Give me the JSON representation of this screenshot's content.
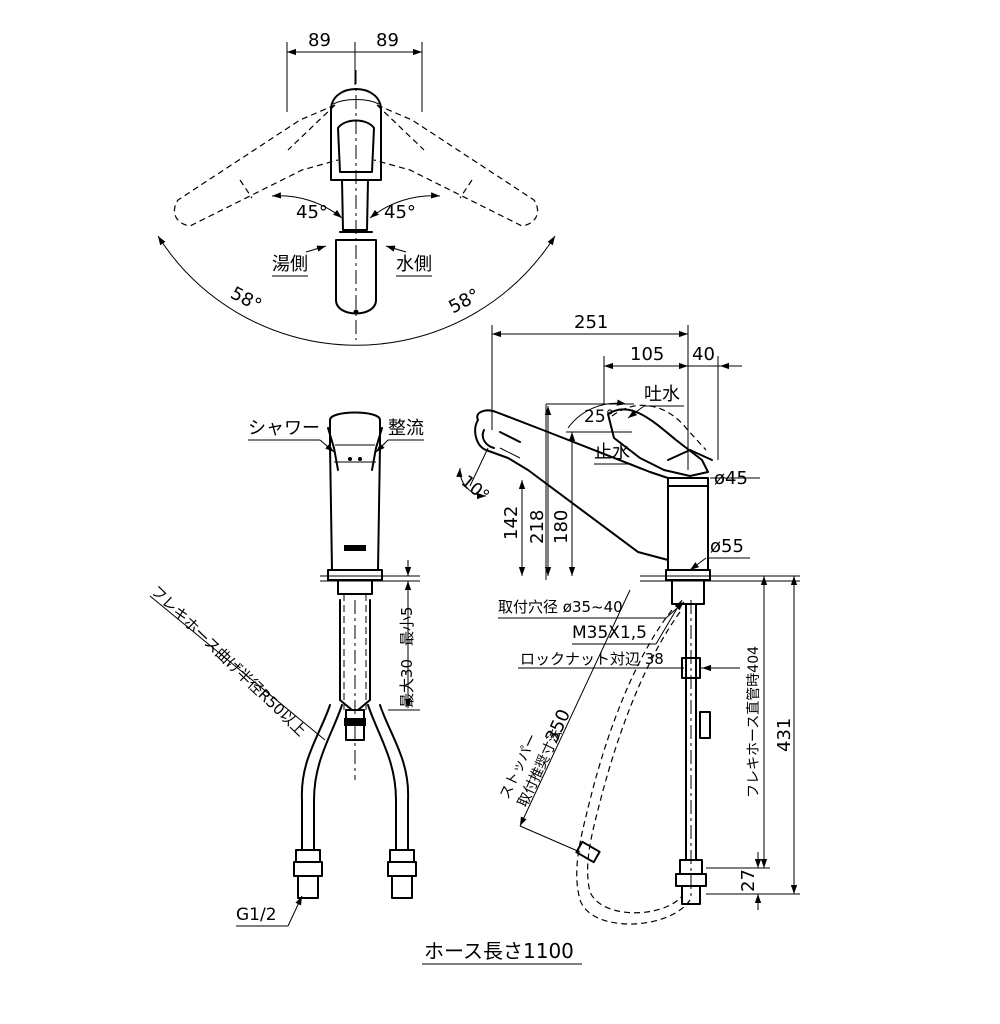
{
  "top_view": {
    "dim_left": "89",
    "dim_right": "89",
    "angle_left": "45°",
    "angle_right": "45°",
    "hot_side": "湯側",
    "cold_side": "水側",
    "swing_left": "58°",
    "swing_right": "58°"
  },
  "front_view": {
    "shower": "シャワー",
    "straight_flow": "整流",
    "hose_bend_radius": "フレキホース曲げ半径R50以上",
    "min5": "最小5",
    "max30": "最大30",
    "thread": "G1/2",
    "hose_length": "ホース長さ1100"
  },
  "side_view": {
    "dim_251": "251",
    "dim_105": "105",
    "dim_40": "40",
    "spout_water": "吐水",
    "stop_water": "止水",
    "angle_25": "25°",
    "angle_10": "10°",
    "dia_45": "ø45",
    "dia_55": "ø55",
    "h142": "142",
    "h218": "218",
    "h180": "180",
    "mount_hole": "取付穴径 ø35~40",
    "thread_m35": "M35X1,5",
    "lock_nut": "ロックナット対辺 38",
    "dim_350": "350",
    "stopper_line1": "ストッパー",
    "stopper_line2": "取付推奨寸法",
    "flex_hose_length": "フレキホース直管時404",
    "dim_431": "431",
    "dim_27": "27"
  }
}
